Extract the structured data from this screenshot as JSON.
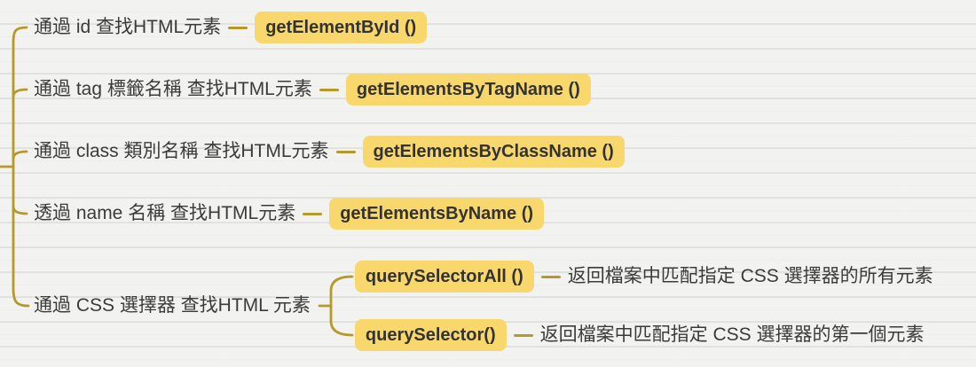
{
  "diagram": {
    "type": "mindmap",
    "topic": "finding HTML elements (DOM selection methods)",
    "colors": {
      "highlight": "#f8d76d",
      "branch_line": "#b5992b",
      "text": "#3b3b3b",
      "background": "#f2f2f0"
    },
    "nodes": [
      {
        "label": "通過 id 查找HTML元素",
        "method": "getElementById ()"
      },
      {
        "label": "通過 tag 標籤名稱 查找HTML元素",
        "method": "getElementsByTagName ()"
      },
      {
        "label": "通過 class 類別名稱 查找HTML元素",
        "method": "getElementsByClassName ()"
      },
      {
        "label": "透過 name 名稱 查找HTML元素",
        "method": "getElementsByName ()"
      },
      {
        "label": "通過 CSS 選擇器 查找HTML 元素",
        "children": [
          {
            "method": "querySelectorAll ()",
            "description": "返回檔案中匹配指定 CSS 選擇器的所有元素"
          },
          {
            "method": "querySelector()",
            "description": "返回檔案中匹配指定 CSS 選擇器的第一個元素"
          }
        ]
      }
    ]
  }
}
